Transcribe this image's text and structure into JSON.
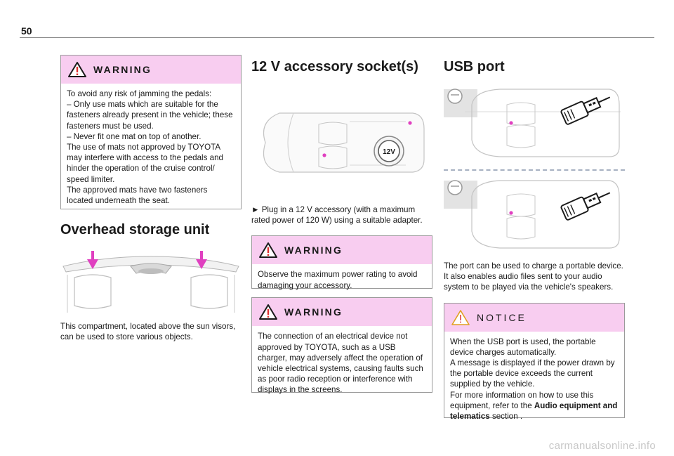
{
  "page_number": "50",
  "column1": {
    "warning": {
      "label": "WARNING",
      "lines": [
        "To avoid any risk of jamming the pedals:",
        "– Only use mats which are suitable for the fasteners already present in the vehicle; these fasteners must be used.",
        "– Never fit one mat on top of another.",
        "The use of mats not approved by TOYOTA may interfere with access to the pedals and hinder the operation of the cruise control/ speed limiter.",
        "The approved mats have two fasteners located underneath the seat."
      ]
    },
    "heading": "Overhead storage unit",
    "caption": "This compartment, located above the sun visors, can be used to store various objects."
  },
  "column2": {
    "heading": "12 V accessory socket(s)",
    "socket_label": "12V",
    "instruction": "► Plug in a 12 V accessory (with a maximum rated power of 120 W) using a suitable adapter.",
    "warning1": {
      "label": "WARNING",
      "text": "Observe the maximum power rating to avoid damaging your accessory."
    },
    "warning2": {
      "label": "WARNING",
      "text": "The connection of an electrical device not approved by TOYOTA, such as a USB charger, may adversely affect the operation of vehicle electrical systems, causing faults such as poor radio reception or interference with displays in the screens."
    }
  },
  "column3": {
    "heading": "USB port",
    "description": [
      "The port can be used to charge a portable device.",
      "It also enables audio files sent to your audio system to be played via the vehicle's speakers."
    ],
    "notice": {
      "label": "NOTICE",
      "lines": [
        "When the USB port is used, the portable device charges automatically.",
        "A message is displayed if the power drawn by the portable device exceeds the current supplied by the vehicle."
      ],
      "last_prefix": "For more information on how to use this equipment, refer to the ",
      "last_bold": "Audio equipment and telematics",
      "last_suffix": " section ."
    }
  },
  "footer": "carmanualsonline.info",
  "colors": {
    "warning_header": "#f8cdf0",
    "marker": "#e040c0",
    "rule": "#8c8c8c"
  },
  "icons": [
    "warning-triangle-icon",
    "notice-triangle-icon",
    "usb-plug-icon"
  ]
}
